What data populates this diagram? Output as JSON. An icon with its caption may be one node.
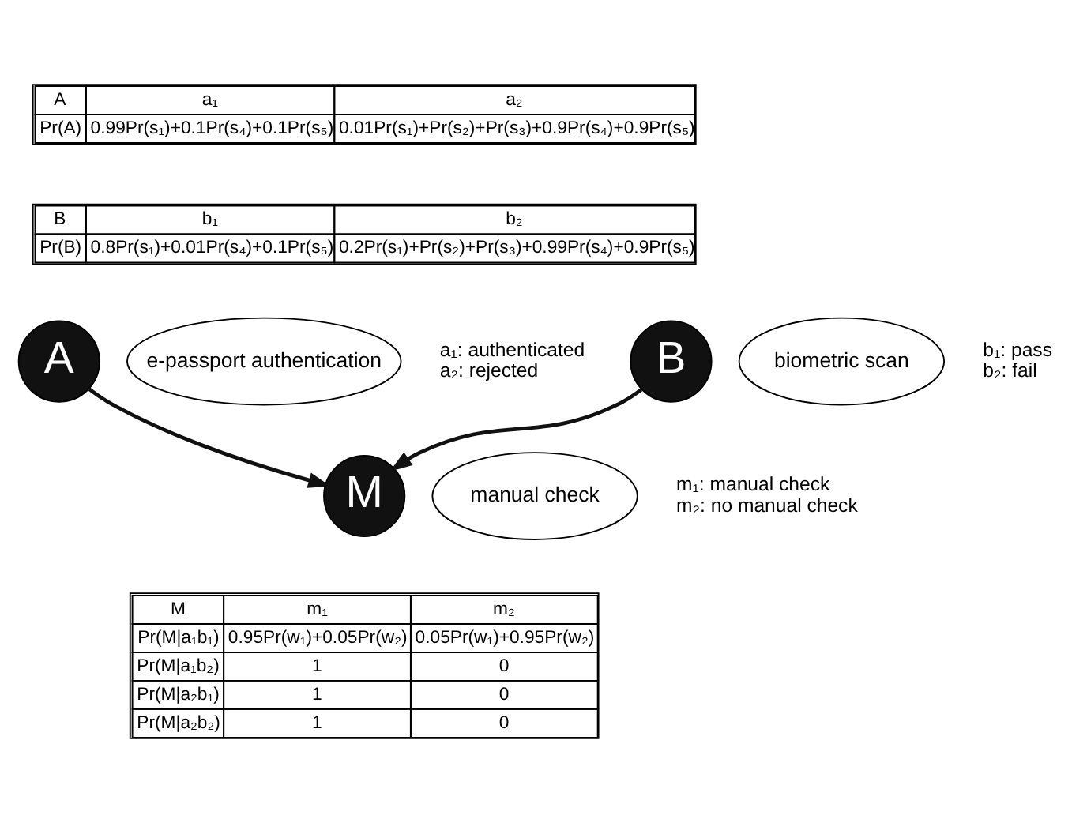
{
  "diagram": {
    "nodes": [
      {
        "text": [
          "A"
        ]
      },
      {
        "text": [
          "e-passport authentication"
        ],
        "beside": [
          "a₁: authenticated",
          "a₂: rejected"
        ]
      },
      {
        "text": [
          "B"
        ]
      },
      {
        "text": [
          "biometric scan"
        ],
        "beside": [
          "b₁: pass",
          "b₂: fail"
        ]
      },
      {
        "text": [
          "M"
        ]
      },
      {
        "text": [
          "manual check"
        ],
        "beside": [
          "m₁: manual check",
          "m₂: no manual check"
        ]
      }
    ],
    "edges": [
      {
        "from": 0,
        "to": 4,
        "arrow": "to"
      },
      {
        "from": 2,
        "to": 4,
        "arrow": "to"
      }
    ],
    "labels": [
      "A",
      "a₁",
      "a₂",
      "Pr(A)",
      "0.99Pr(s₁)+0.1Pr(s₄)+0.1Pr(s₅)",
      "0.01Pr(s₁)+Pr(s₂)+Pr(s₃)+0.9Pr(s₄)+0.9Pr(s₅)",
      "B",
      "b₁",
      "b₂",
      "Pr(B)",
      "0.8Pr(s₁)+0.01Pr(s₄)+0.1Pr(s₅)",
      "0.2Pr(s₁)+Pr(s₂)+Pr(s₃)+0.99Pr(s₄)+0.9Pr(s₅)",
      "M",
      "m₁",
      "m₂",
      "Pr(M|a₁b₁)",
      "0.95Pr(w₁)+0.05Pr(w₂)",
      "0.05Pr(w₁)+0.95Pr(w₂)",
      "Pr(M|a₁b₂)",
      "1",
      "0",
      "Pr(M|a₂b₁)",
      "1",
      "0",
      "Pr(M|a₂b₂)",
      "1",
      "0"
    ]
  }
}
